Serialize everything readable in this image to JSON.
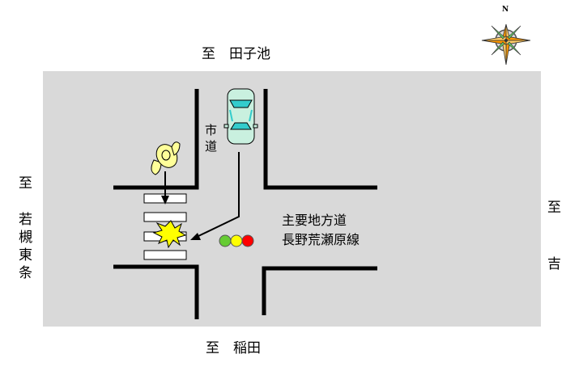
{
  "directions": {
    "north": "至　田子池",
    "south": "至　稲田",
    "east": "至　吉",
    "west_to": "至",
    "west_place": "若槻東条"
  },
  "roads": {
    "city_road": "市道",
    "main_road_line1": "主要地方道",
    "main_road_line2": "長野荒瀬原線"
  },
  "compass": {
    "north_mark": "N"
  },
  "colors": {
    "ground": "#d9d9d9",
    "curb": "#000000",
    "car_body": "#c9f0df",
    "car_window": "#33cccc",
    "pedestrian": "#ffff99",
    "collision": "#ffff00",
    "signal_green": "#66cc33",
    "signal_yellow": "#ffff00",
    "signal_red": "#ff0000"
  }
}
